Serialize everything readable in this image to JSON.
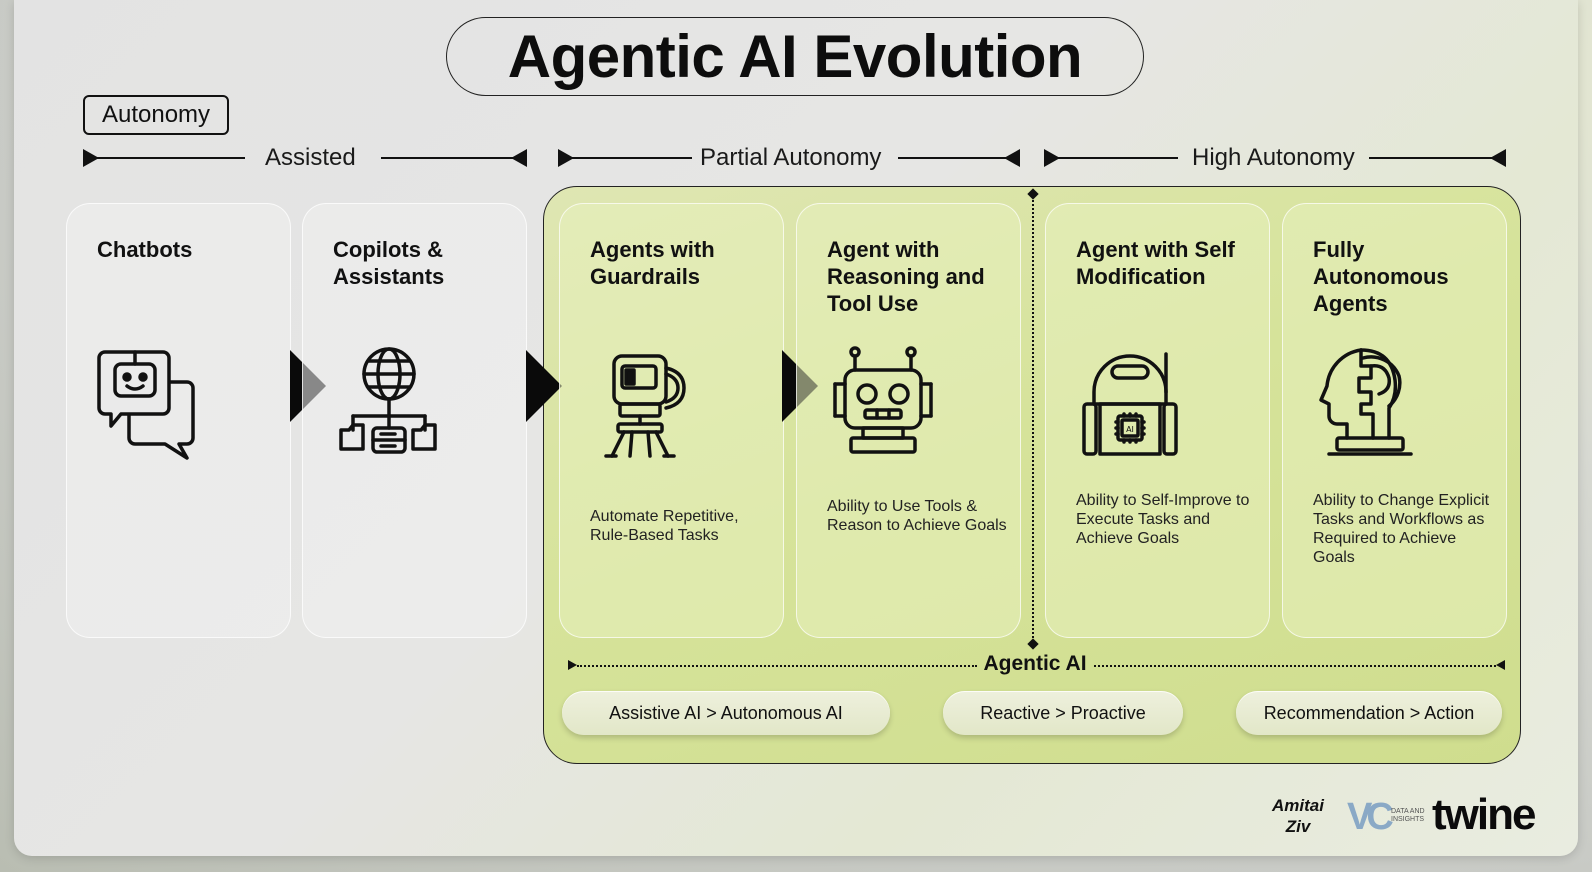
{
  "title": "Agentic AI Evolution",
  "autonomy_label": "Autonomy",
  "ranges": [
    {
      "label": "Assisted"
    },
    {
      "label": "Partial Autonomy"
    },
    {
      "label": "High Autonomy"
    }
  ],
  "cards": [
    {
      "title": "Chatbots",
      "description": "",
      "icon": "chatbot-icon"
    },
    {
      "title": "Copilots & Assistants",
      "description": "",
      "icon": "network-globe-icon"
    },
    {
      "title": "Agents with Guardrails",
      "description": "Automate Repetitive, Rule-Based Tasks",
      "icon": "guarded-robot-icon"
    },
    {
      "title": "Agent with Reasoning and Tool Use",
      "description": "Ability to Use Tools & Reason to Achieve Goals",
      "icon": "robot-head-icon"
    },
    {
      "title": "Agent with Self Modification",
      "description": "Ability to Self-Improve to Execute Tasks and Achieve Goals",
      "icon": "ai-chip-robot-icon"
    },
    {
      "title": "Fully Autonomous Agents",
      "description": "Ability to Change Explicit Tasks and Workflows as Required to Achieve Goals",
      "icon": "ai-head-profile-icon"
    }
  ],
  "agentic_label": "Agentic AI",
  "shifts": [
    {
      "label": "Assistive AI > Autonomous AI"
    },
    {
      "label": "Reactive > Proactive"
    },
    {
      "label": "Recommendation > Action"
    }
  ],
  "branding": {
    "author_line1": "Amitai",
    "author_line2": "Ziv",
    "vc_mark": "VC",
    "vc_sub": "DATA AND INSIGHTS",
    "twine": "twine"
  },
  "colors": {
    "agentic_panel": "#d6e39a",
    "arrow": "#0a0a0a",
    "text": "#111111"
  }
}
